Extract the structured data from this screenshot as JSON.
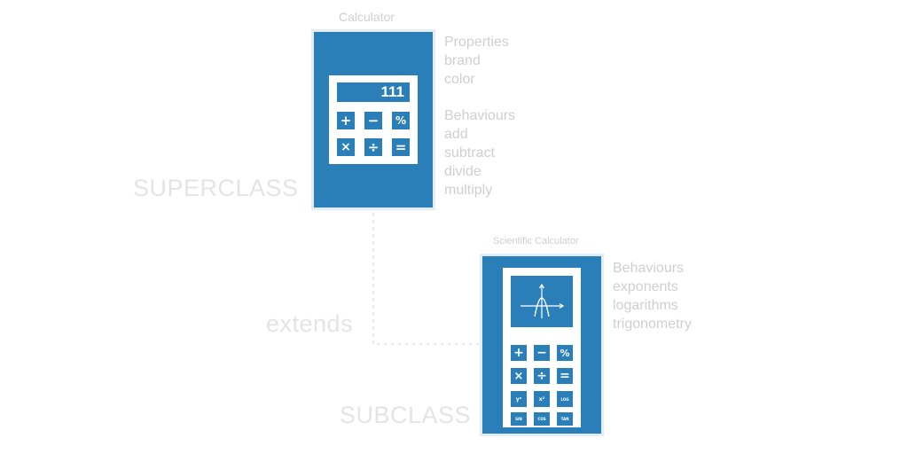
{
  "superclass": {
    "title": "Calculator",
    "label": "SUPERCLASS",
    "display_value": "111",
    "properties": {
      "heading": "Properties",
      "items": [
        "brand",
        "color"
      ]
    },
    "behaviours": {
      "heading": "Behaviours",
      "items": [
        "add",
        "subtract",
        "divide",
        "multiply"
      ]
    },
    "keys": [
      "+",
      "−",
      "%",
      "×",
      "÷",
      "="
    ]
  },
  "relation": {
    "label": "extends"
  },
  "subclass": {
    "title": "Scientific Calculator",
    "label": "SUBCLASS",
    "behaviours": {
      "heading": "Behaviours",
      "items": [
        "exponents",
        "logarithms",
        "trigonometry"
      ]
    },
    "keys_basic": [
      "+",
      "−",
      "%",
      "×",
      "÷",
      "="
    ],
    "keys_sci_row1": [
      "yˣ",
      "x²",
      "LOG"
    ],
    "keys_sci_row2": [
      "SIN",
      "COS",
      "TAN"
    ]
  },
  "colors": {
    "device_blue": "#2b7fb9",
    "label_gray": "#c9c9c9"
  }
}
